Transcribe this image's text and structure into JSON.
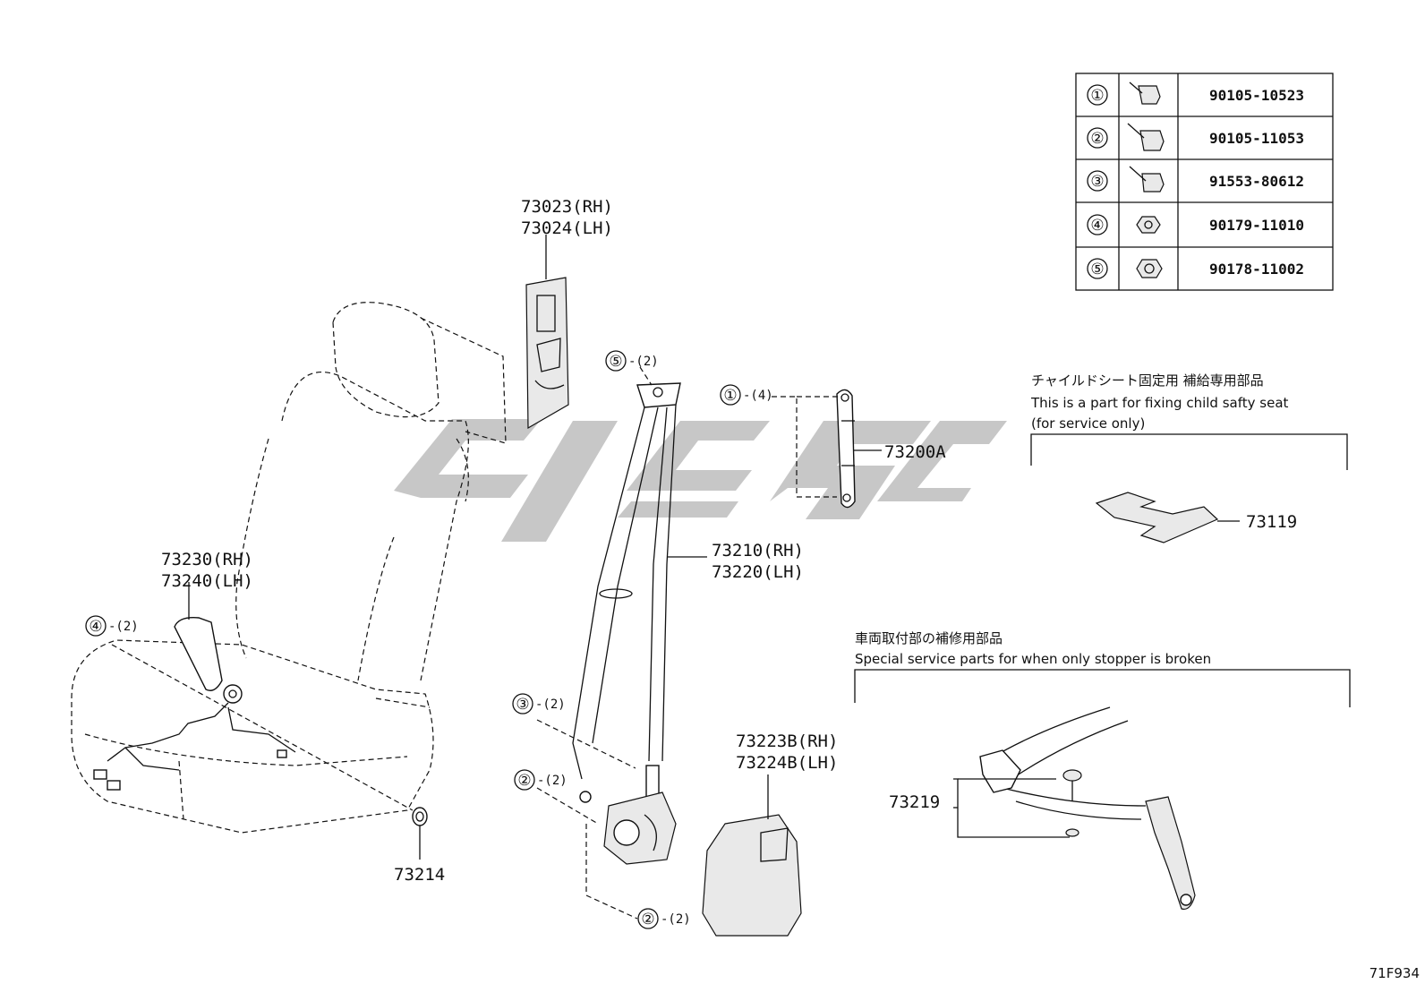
{
  "fastener_table": [
    {
      "ref": "①",
      "part_no": "90105-10523",
      "icon": "bolt-icon"
    },
    {
      "ref": "②",
      "part_no": "90105-11053",
      "icon": "bolt-icon"
    },
    {
      "ref": "③",
      "part_no": "91553-80612",
      "icon": "bolt-icon"
    },
    {
      "ref": "④",
      "part_no": "90179-11010",
      "icon": "nut-icon"
    },
    {
      "ref": "⑤",
      "part_no": "90178-11002",
      "icon": "nut-icon"
    }
  ],
  "parts": {
    "pillar_cover_rh": "73023(RH)",
    "pillar_cover_lh": "73024(LH)",
    "anchor_adjuster": "73200A",
    "belt_rh": "73210(RH)",
    "belt_lh": "73220(LH)",
    "buckle_rh": "73230(RH)",
    "buckle_lh": "73240(LH)",
    "cover_rh": "73223B(RH)",
    "cover_lh": "73224B(LH)",
    "washer": "73214",
    "child_seat_bracket": "73119",
    "stopper": "73219"
  },
  "callouts": {
    "c1": {
      "ref": "①",
      "qty": "-(4)"
    },
    "c2a": {
      "ref": "②",
      "qty": "-(2)"
    },
    "c2b": {
      "ref": "②",
      "qty": "-(2)"
    },
    "c3": {
      "ref": "③",
      "qty": "-(2)"
    },
    "c4": {
      "ref": "④",
      "qty": "-(2)"
    },
    "c5": {
      "ref": "⑤",
      "qty": "-(2)"
    }
  },
  "notes": {
    "child_seat_jp": "チャイルドシート固定用 補給専用部品",
    "child_seat_en1": "This is a part for fixing child safty seat",
    "child_seat_en2": "(for service only)",
    "stopper_jp": "車両取付部の補修用部品",
    "stopper_en": "Special service parts for when only stopper is broken"
  },
  "figure_id": "71F934",
  "colors": {
    "line": "#111111",
    "watermark": "#bdbdbd"
  }
}
